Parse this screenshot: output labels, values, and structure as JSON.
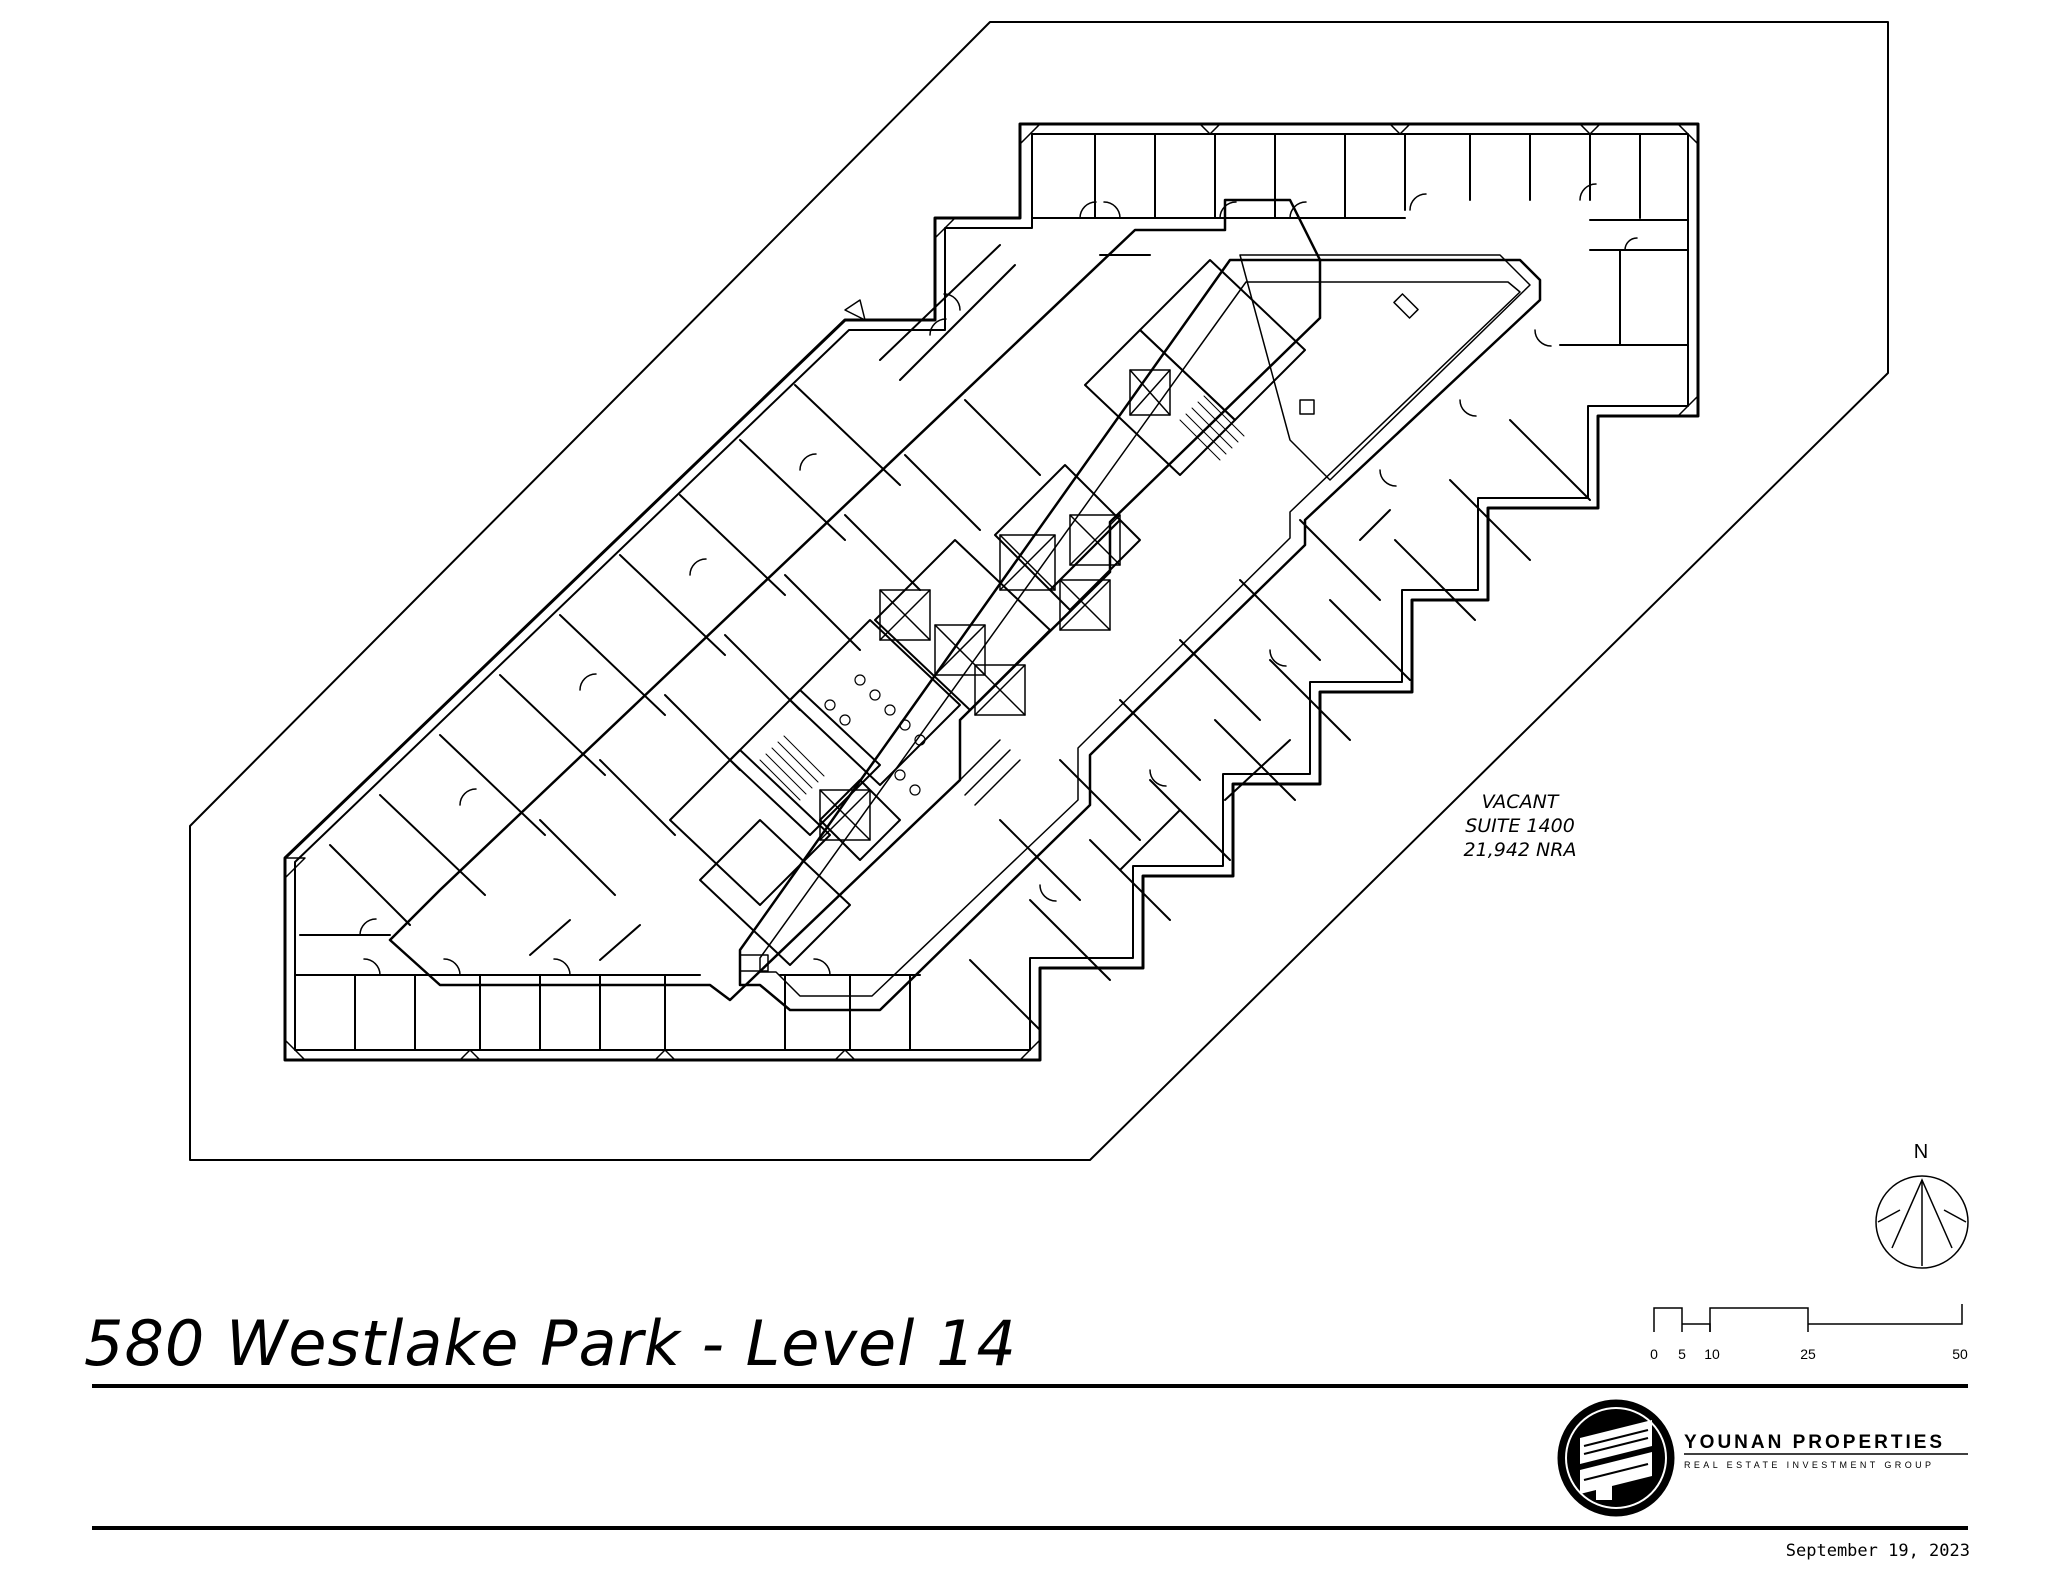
{
  "title": "580 Westlake Park - Level 14",
  "vacancy": {
    "status": "VACANT",
    "suite": "SUITE 1400",
    "area": "21,942 NRA"
  },
  "north_label": "N",
  "scale_ticks": [
    "0",
    "5",
    "10",
    "25",
    "50"
  ],
  "company": {
    "name": "YOUNAN PROPERTIES",
    "tagline": "REAL ESTATE INVESTMENT GROUP"
  },
  "date": "September 19, 2023"
}
